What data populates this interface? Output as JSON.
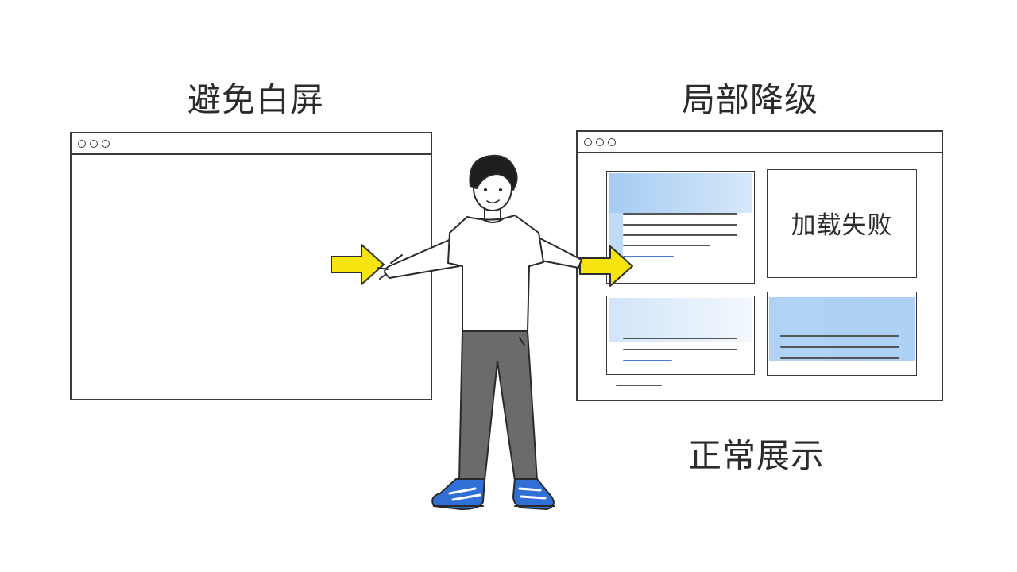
{
  "labels": {
    "left_title": "避免白屏",
    "right_title": "局部降级",
    "bottom_caption": "正常展示",
    "failed_panel": "加载失败"
  },
  "colors": {
    "outline": "#3a3a3a",
    "accent_blue": "#9cc6f0",
    "arrow_yellow": "#f5e40f",
    "shoe_blue": "#2f6fd6",
    "pants_gray": "#6b6b6b"
  },
  "icons": [
    "window-dots-icon",
    "yellow-arrow-icon"
  ]
}
